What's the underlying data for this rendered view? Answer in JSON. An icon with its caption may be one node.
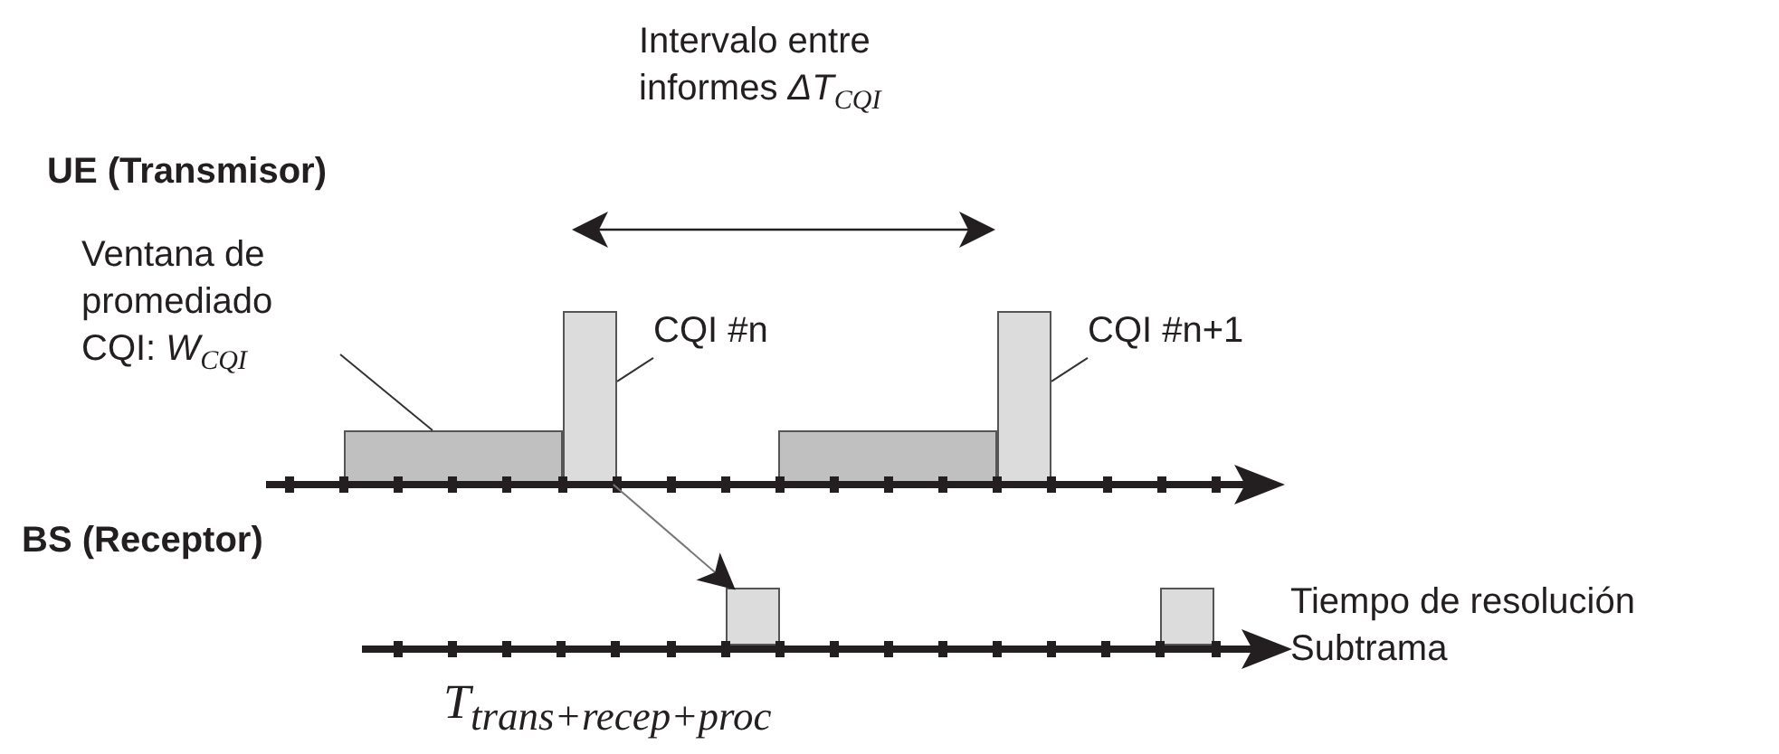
{
  "diagram": {
    "nodes": [
      {
        "text": [],
        "shape": "bar"
      },
      {
        "text": [],
        "shape": "bar"
      },
      {
        "text": [],
        "shape": "bar"
      },
      {
        "text": [],
        "shape": "bar"
      },
      {
        "text": [],
        "shape": "box"
      },
      {
        "text": [],
        "shape": "box"
      },
      {
        "text": [
          "Ventana de promediado CQI: *W*$_{CQI}$"
        ]
      },
      {
        "text": [
          "CQI #n"
        ]
      },
      {
        "text": [
          "CQI #n+1"
        ]
      }
    ],
    "edges": [
      {
        "from": 6,
        "to": 0,
        "arrow": "none"
      },
      {
        "from": 7,
        "to": 1,
        "arrow": "none"
      },
      {
        "from": 8,
        "to": 3,
        "arrow": "none"
      },
      {
        "from": 1,
        "to": 4,
        "arrow": "to"
      }
    ],
    "labels": [
      "Intervalo entre informes *ΔT*$_{CQI}$",
      "UE (Transmisor)",
      "BS (Receptor)",
      "Tiempo de resolución Subtrama",
      "T$_{trans+recep+proc}$"
    ]
  }
}
